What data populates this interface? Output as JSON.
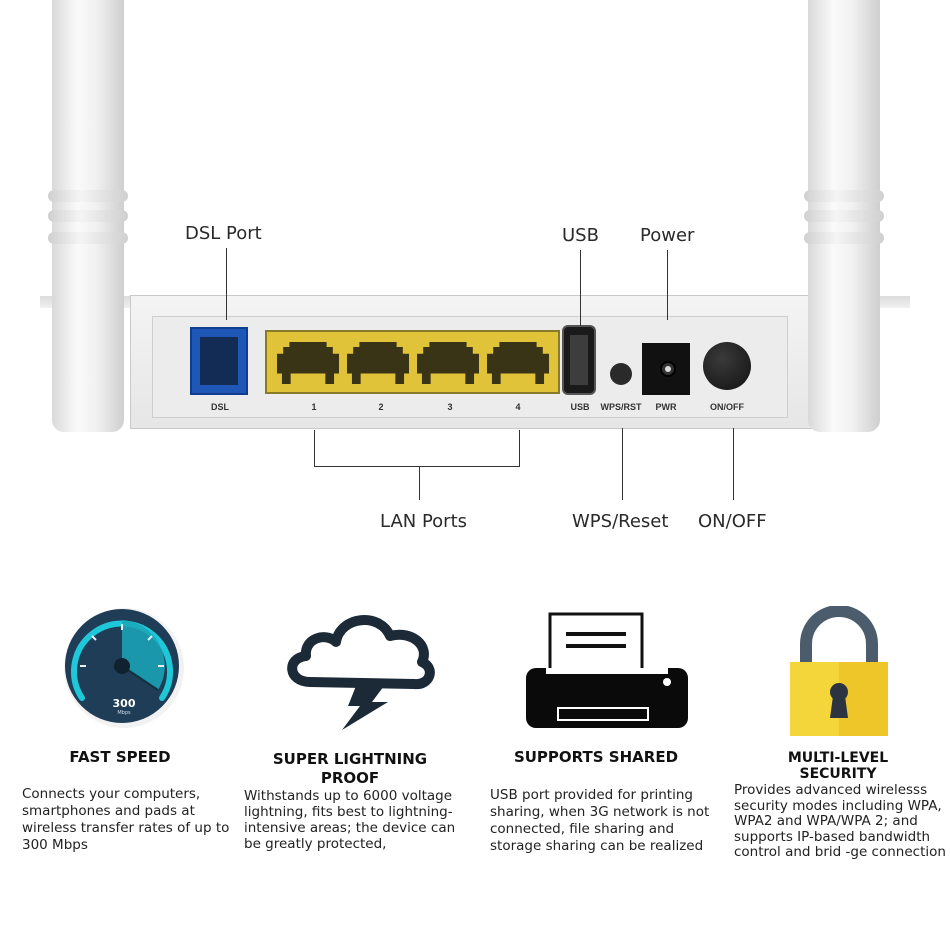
{
  "diagram": {
    "callouts_top": {
      "dsl_port": "DSL Port",
      "usb": "USB",
      "power": "Power"
    },
    "callouts_bottom": {
      "lan_ports": "LAN Ports",
      "wps_reset": "WPS/Reset",
      "on_off": "ON/OFF"
    },
    "panel_labels": {
      "dsl": "DSL",
      "lan": [
        "1",
        "2",
        "3",
        "4"
      ],
      "usb": "USB",
      "wps": "WPS/RST",
      "pwr": "PWR",
      "onoff": "ON/OFF"
    },
    "colors": {
      "dsl_port": "#1e57b5",
      "lan_block": "#e1c33a",
      "body": "#f0f0f0"
    }
  },
  "features": [
    {
      "icon": "speedometer-icon",
      "gauge_value": "300",
      "gauge_unit": "Mbps",
      "title": "FAST SPEED",
      "description": "Connects your computers, smartphones and pads at wireless transfer rates of up to 300 Mbps"
    },
    {
      "icon": "cloud-lightning-icon",
      "title_line1": "SUPER LIGHTNING",
      "title_line2": "PROOF",
      "description": "Withstands up to 6000 voltage lightning, fits best to lightning-intensive areas; the device can be greatly protected,"
    },
    {
      "icon": "printer-icon",
      "title": "SUPPORTS SHARED",
      "description": "USB port provided for printing sharing, when 3G network is not connected, file sharing and storage sharing can be realized"
    },
    {
      "icon": "padlock-icon",
      "title_line1": "MULTI-LEVEL",
      "title_line2": "SECURITY",
      "description": "Provides advanced wirelesss security modes including WPA, WPA2 and WPA/WPA 2; and supports IP-based bandwidth control and brid -ge connection"
    }
  ]
}
